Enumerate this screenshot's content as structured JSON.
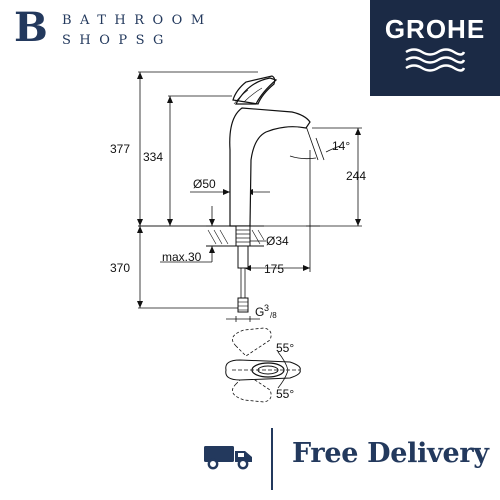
{
  "logo": {
    "letter": "B",
    "line1": "BATHROOM",
    "line2": "SHOPSG"
  },
  "brand": {
    "name": "GROHE"
  },
  "dimensions": {
    "height_total": "377",
    "height_body": "334",
    "diameter_base": "Ø50",
    "spout_angle": "14°",
    "spout_height": "244",
    "hole_diameter": "Ø34",
    "max_thickness": "max.30",
    "below_height": "370",
    "spout_reach": "175",
    "connection_g": "G",
    "connection_num": "3",
    "connection_den": "/8",
    "rotation_up": "55°",
    "rotation_down": "55°"
  },
  "footer": {
    "delivery": "Free Delivery"
  },
  "colors": {
    "navy": "#23395d",
    "brand_bg": "#1b2a45"
  }
}
